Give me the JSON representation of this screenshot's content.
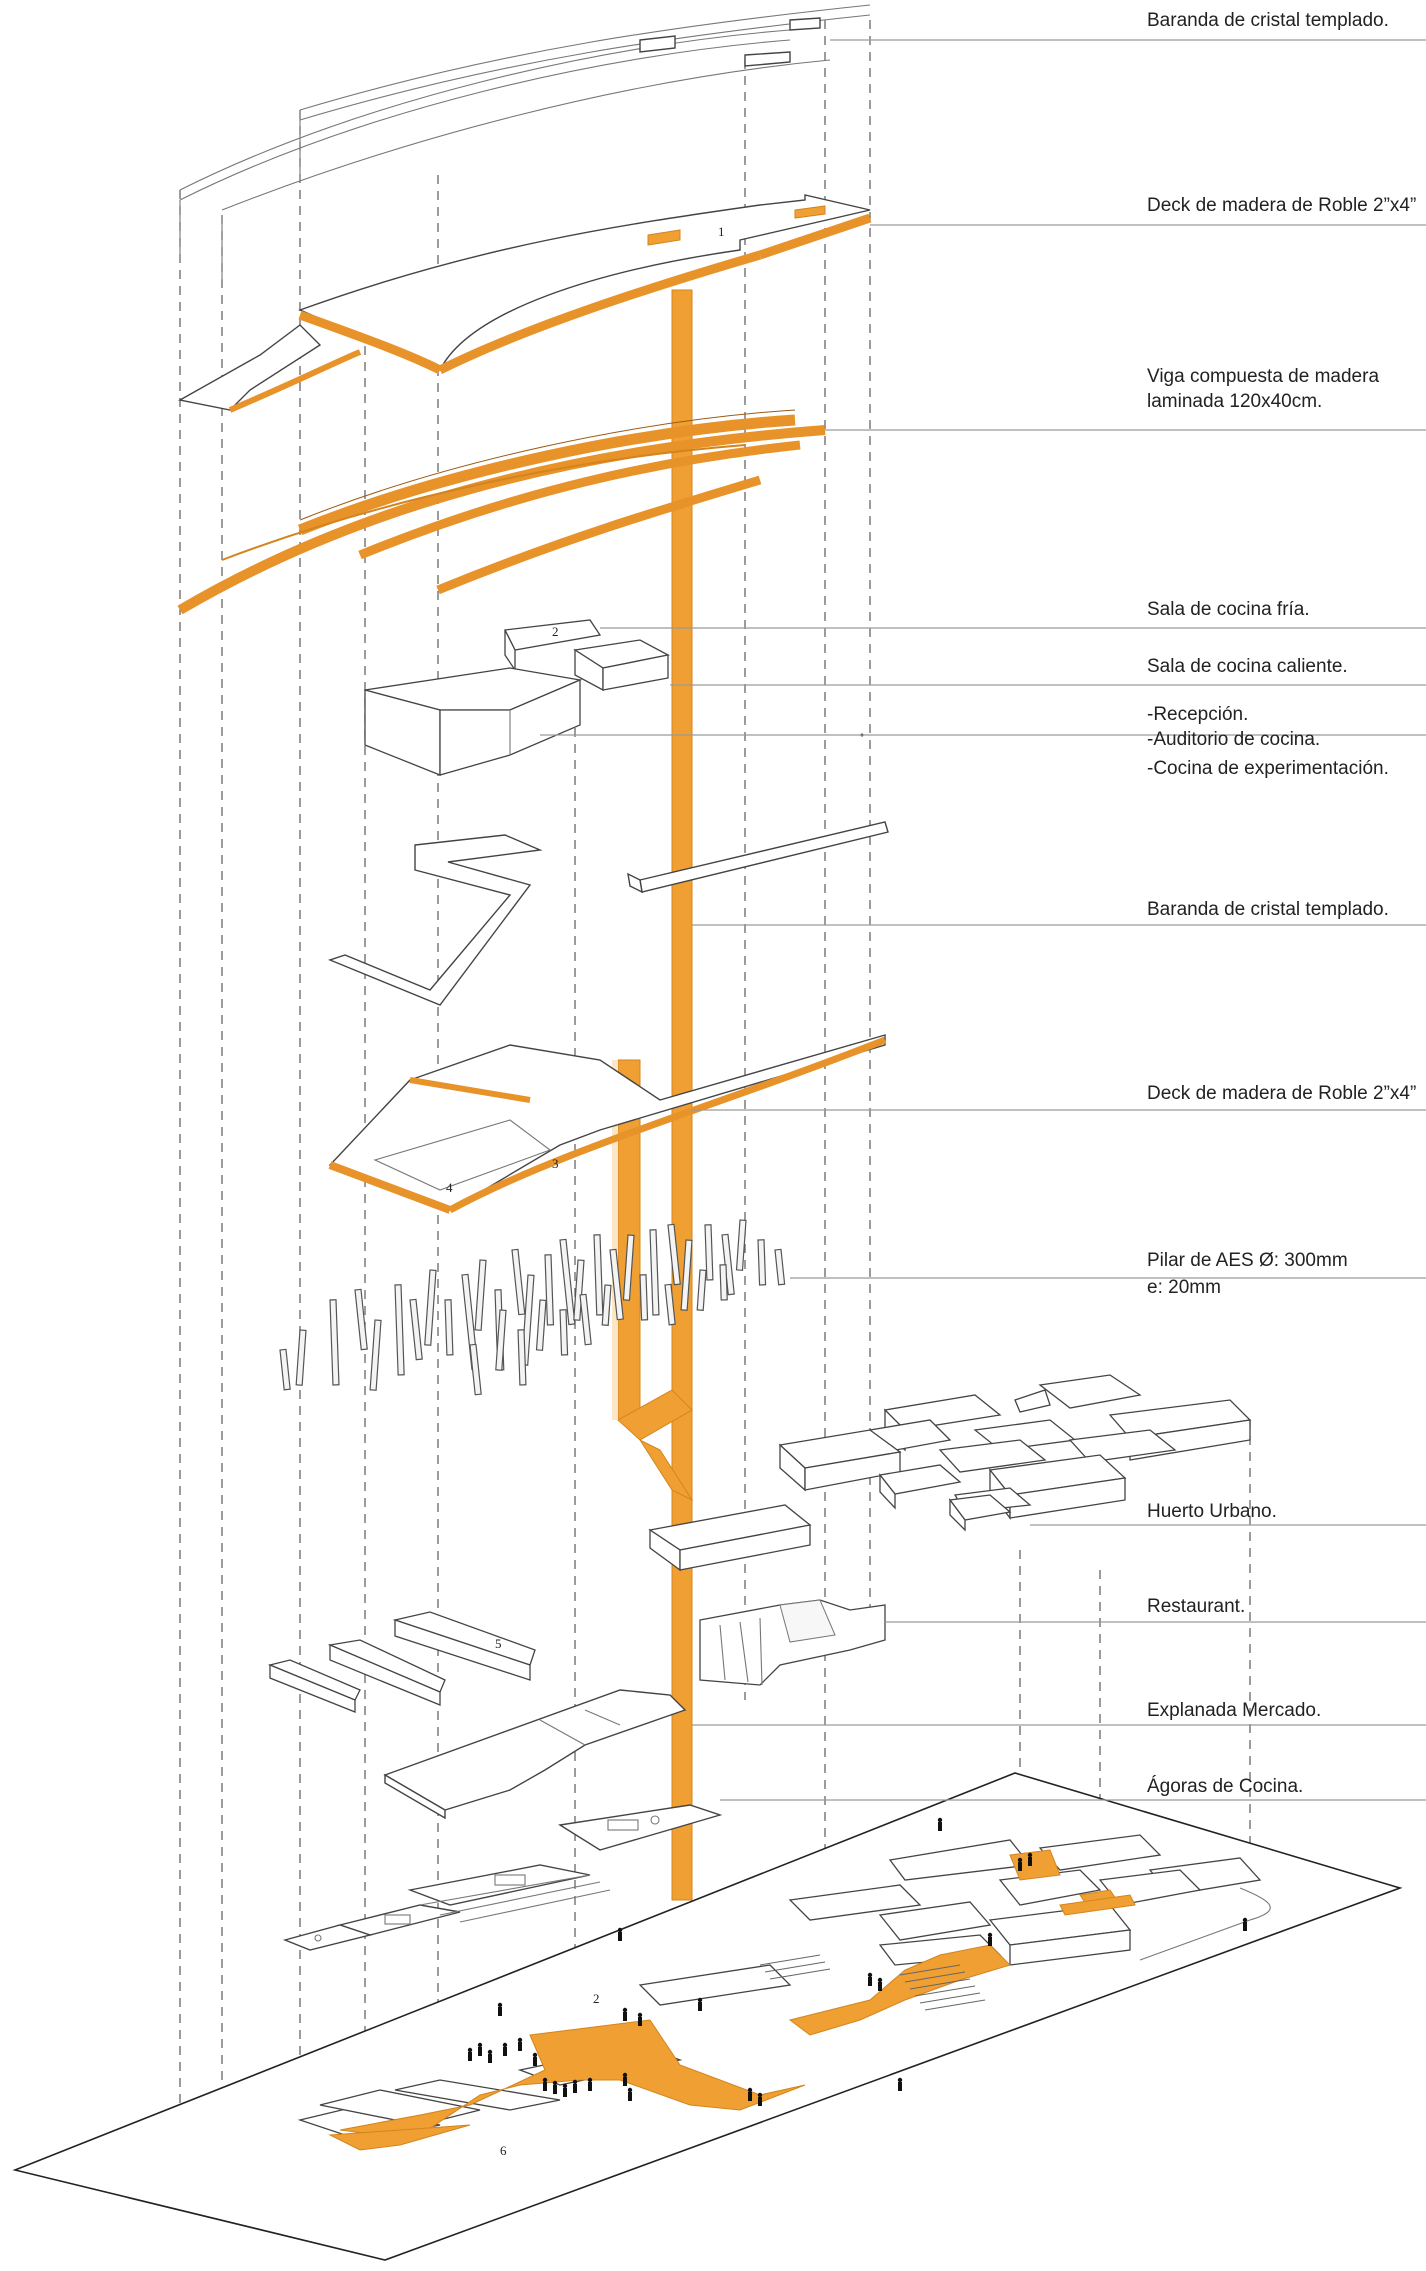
{
  "labels": {
    "l1": "Baranda de cristal templado.",
    "l2": "Deck de madera de Roble 2”x4”",
    "l3a": "Viga compuesta de madera",
    "l3b": "laminada 120x40cm.",
    "l4": "Sala de cocina fría.",
    "l5": "Sala de cocina caliente.",
    "l6a": "-Recepción.",
    "l6b": "-Auditorio de cocina.",
    "l6c": "-Cocina de experimentación.",
    "l7": "Baranda de cristal templado.",
    "l8": "Deck de madera de Roble 2”x4”",
    "l9a": "Pilar de AES Ø: 300mm",
    "l9b": "e: 20mm",
    "l10": "Huerto Urbano.",
    "l11": "Restaurant.",
    "l12": "Explanada Mercado.",
    "l13": "Ágoras de Cocina."
  },
  "numbers": {
    "n1": "1",
    "n2": "2",
    "n3": "3",
    "n4": "4",
    "n5": "5",
    "n2b": "2",
    "n6": "6"
  },
  "colors": {
    "accent": "#f0a033",
    "line": "#444444"
  }
}
